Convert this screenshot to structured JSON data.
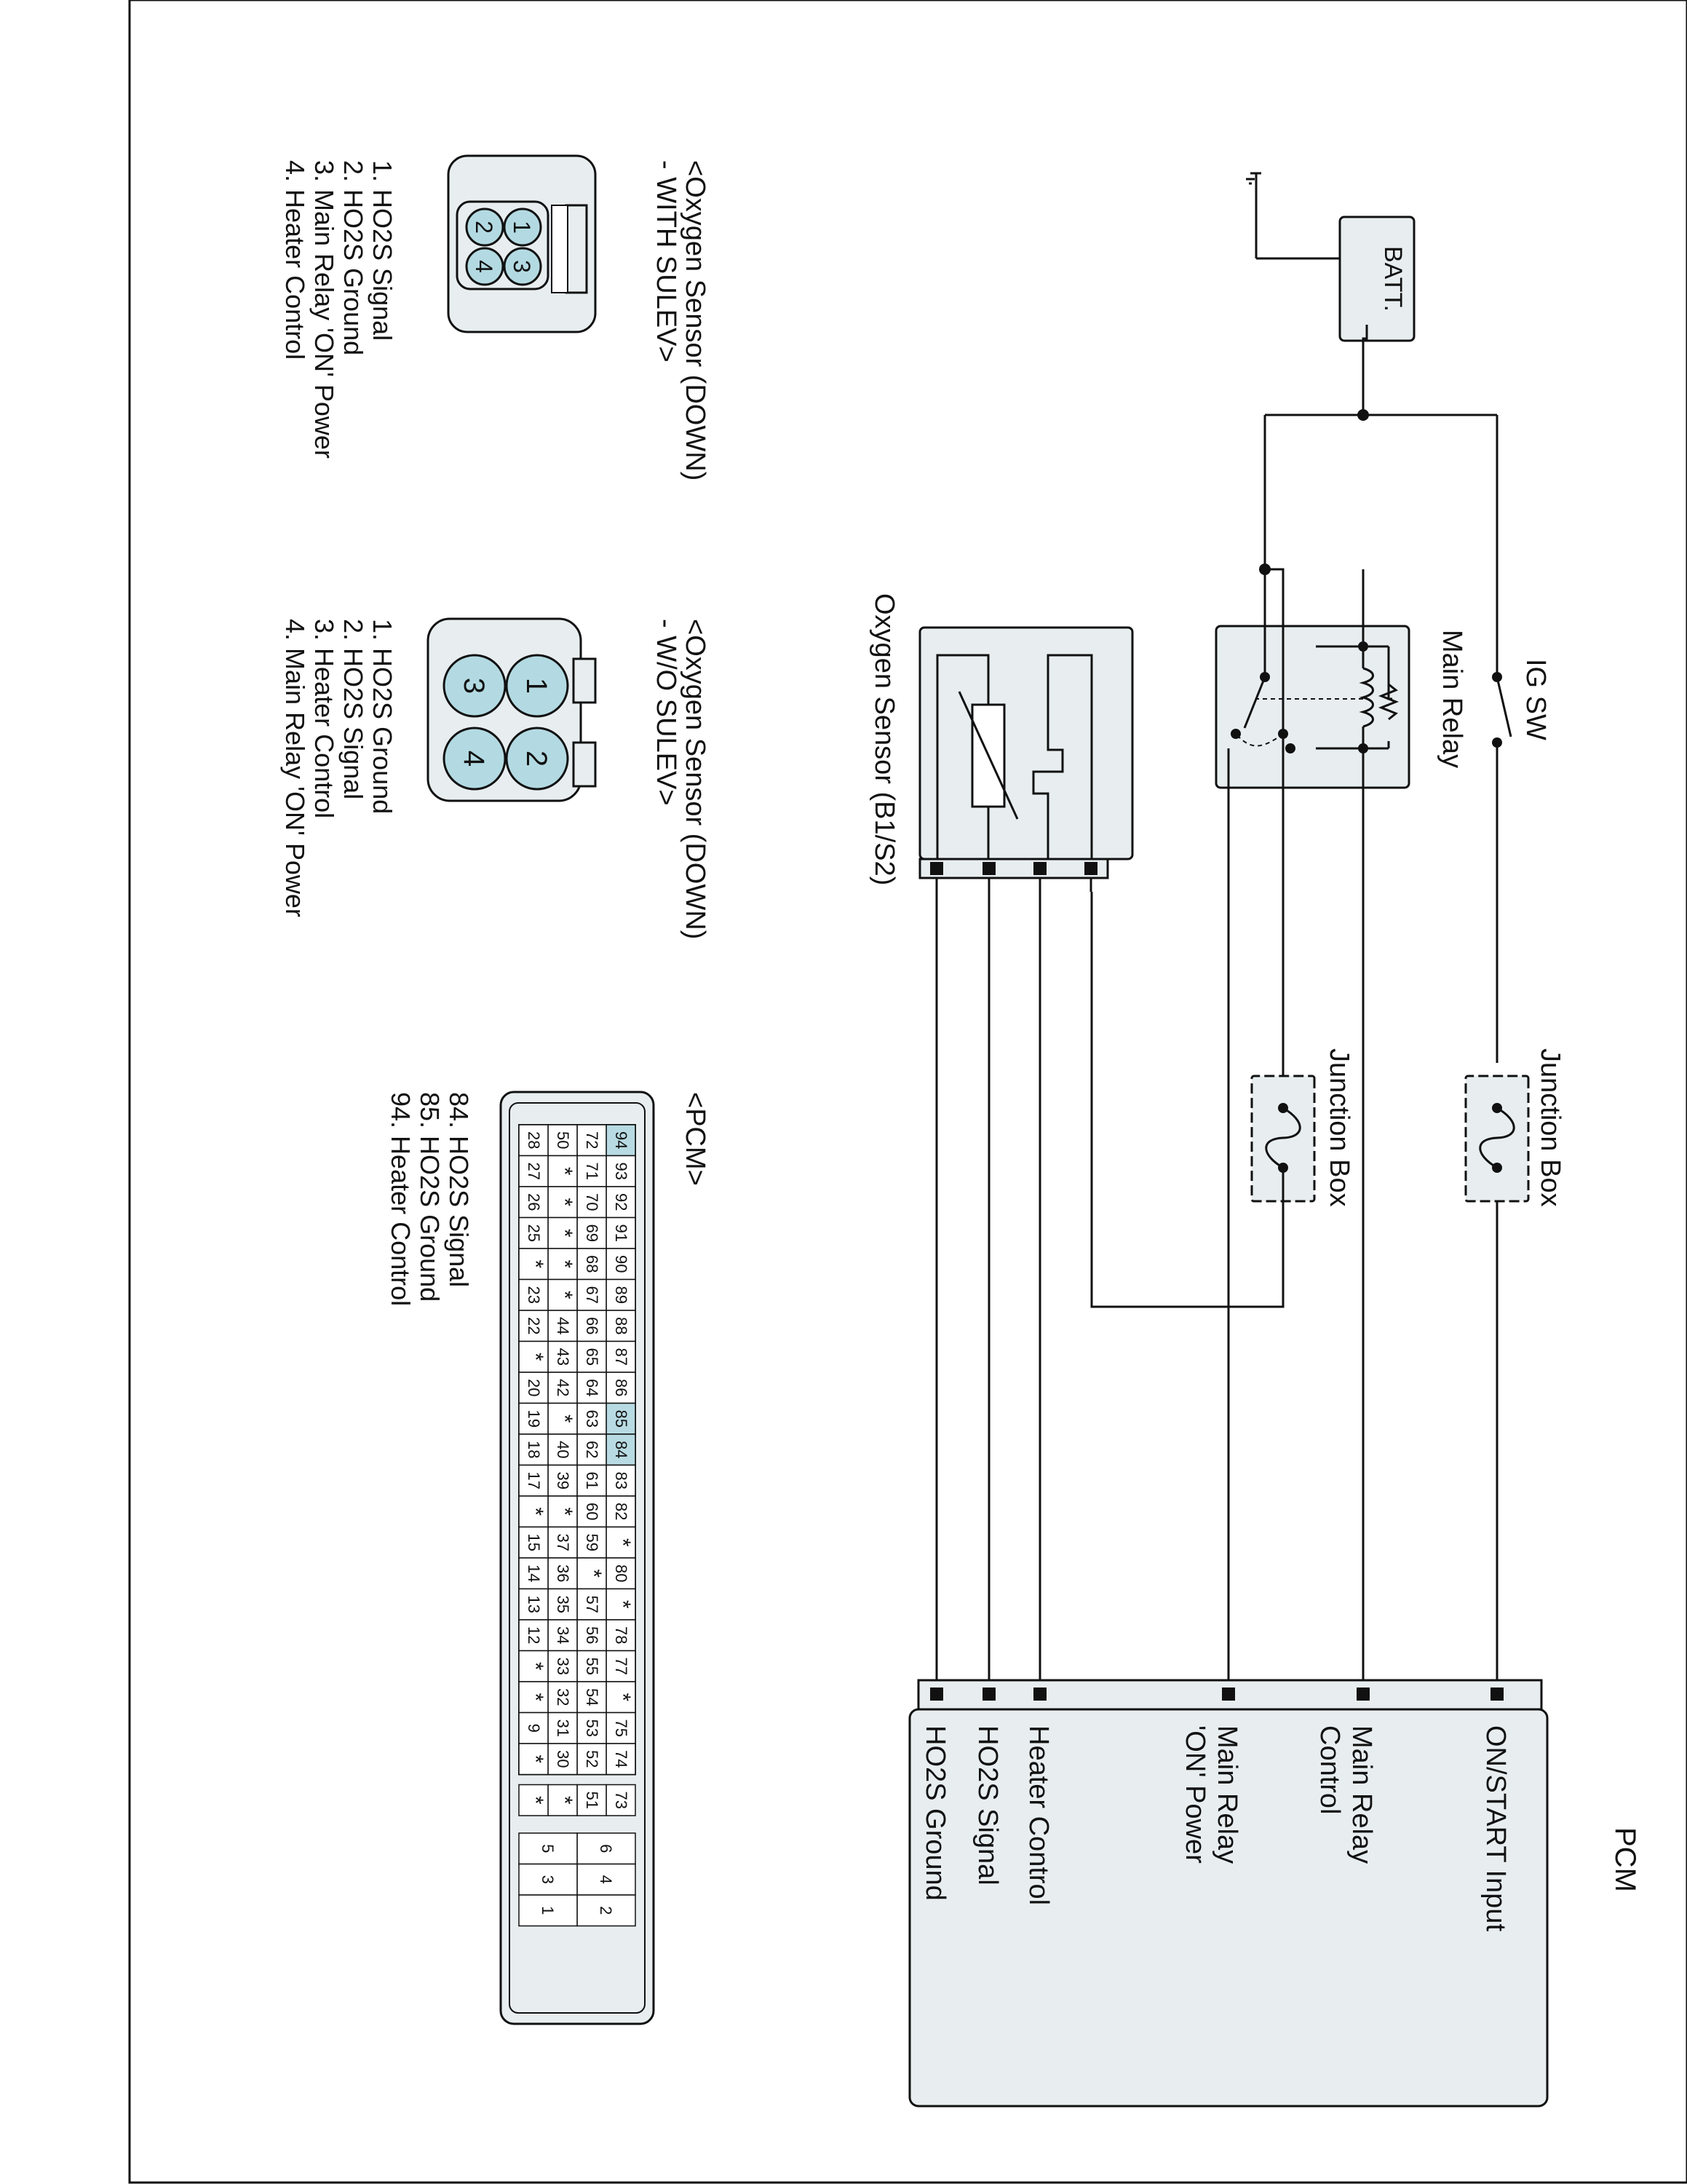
{
  "colors": {
    "line": "#111111",
    "box_fill": "#e8eef0",
    "pin_fill": "#b3dae2",
    "pin_highlight": "#b8dbe3"
  },
  "power": {
    "battery_label": "BATT.",
    "plus": "+",
    "minus": "-",
    "ig_switch_label": "IG SW",
    "main_relay_label": "Main Relay"
  },
  "junction_box_1": {
    "label": "Junction Box"
  },
  "junction_box_2": {
    "label": "Junction Box"
  },
  "oxygen_sensor": {
    "label": "Oxygen Sensor (B1/S2)"
  },
  "pcm_block": {
    "title": "PCM",
    "pins": [
      {
        "line1": "ON/START Input",
        "line2": ""
      },
      {
        "line1": "Main Relay",
        "line2": "Control"
      },
      {
        "line1": "Main Relay",
        "line2": "'ON' Power"
      },
      {
        "line1": "Heater Control",
        "line2": ""
      },
      {
        "line1": "HO2S  Signal",
        "line2": ""
      },
      {
        "line1": "HO2S  Ground",
        "line2": ""
      }
    ]
  },
  "connector_with_sulev": {
    "title_line1": "<Oxygen Sensor (DOWN)",
    "title_line2": " - WITH SULEV>",
    "pins": [
      "1",
      "2",
      "3",
      "4"
    ],
    "legend": [
      "1. HO2S  Signal",
      "2. HO2S  Ground",
      "3. Main Relay  'ON' Power",
      "4. Heater Control"
    ]
  },
  "connector_wo_sulev": {
    "title_line1": "<Oxygen Sensor (DOWN)",
    "title_line2": " - W/O SULEV>",
    "pins": [
      "1",
      "2",
      "3",
      "4"
    ],
    "legend": [
      "1. HO2S  Ground",
      "2. HO2S  Signal",
      "3. Heater Control",
      "4. Main Relay  'ON' Power"
    ]
  },
  "pcm_connector": {
    "title": "<PCM>",
    "rows": [
      [
        "94",
        "93",
        "92",
        "91",
        "90",
        "89",
        "88",
        "87",
        "86",
        "85",
        "84",
        "83",
        "82",
        "*",
        "80",
        "*",
        "78",
        "77",
        "*",
        "75",
        "74"
      ],
      [
        "72",
        "71",
        "70",
        "69",
        "68",
        "67",
        "66",
        "65",
        "64",
        "63",
        "62",
        "61",
        "60",
        "59",
        "*",
        "57",
        "56",
        "55",
        "54",
        "53",
        "52"
      ],
      [
        "50",
        "*",
        "*",
        "*",
        "*",
        "*",
        "44",
        "43",
        "42",
        "*",
        "40",
        "39",
        "*",
        "37",
        "36",
        "35",
        "34",
        "33",
        "32",
        "31",
        "30"
      ],
      [
        "28",
        "27",
        "26",
        "25",
        "*",
        "23",
        "22",
        "*",
        "20",
        "19",
        "18",
        "17",
        "*",
        "15",
        "14",
        "13",
        "12",
        "*",
        "*",
        "9",
        "*"
      ]
    ],
    "small_block": [
      [
        "73"
      ],
      [
        "51"
      ],
      [
        "*"
      ],
      [
        "*"
      ]
    ],
    "end_block": [
      [
        "6",
        "5"
      ],
      [
        "4",
        "3"
      ],
      [
        "2",
        "1"
      ]
    ],
    "highlighted": [
      "94",
      "85",
      "84"
    ],
    "legend": [
      "84. HO2S  Signal",
      "85. HO2S  Ground",
      "94. Heater Control"
    ]
  }
}
